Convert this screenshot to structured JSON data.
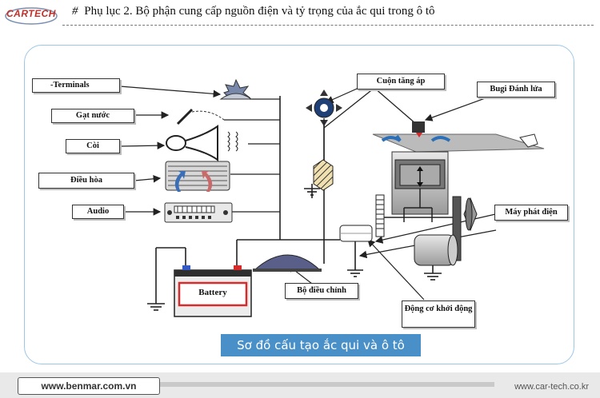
{
  "header": {
    "logo": "CARTECH",
    "hash": "#",
    "title": "Phụ lục 2. Bộ phận cung cấp nguồn điện và tỷ trọng của ắc qui trong ô tô"
  },
  "labels": {
    "terminals": "-Terminals",
    "wiper": "Gạt nước",
    "horn": "Còi",
    "aircon": "Điều hòa",
    "audio": "Audio",
    "battery": "Battery",
    "regulator": "Bộ điều chỉnh",
    "starter": "Động cơ khởi động",
    "ignition_coil": "Cuộn tăng áp",
    "spark_plug": "Bugi Đánh lửa",
    "alternator": "Máy phát điện"
  },
  "caption": "Sơ đồ cấu tạo ắc qui và ô tô",
  "footer": {
    "left": "www.benmar.com.vn",
    "right": "www.car-tech.co.kr"
  },
  "colors": {
    "panel_border": "#9ec6e6",
    "caption_bg": "#4a90c8",
    "battery_red": "#d62b2b",
    "logo_red": "#c0302a"
  }
}
